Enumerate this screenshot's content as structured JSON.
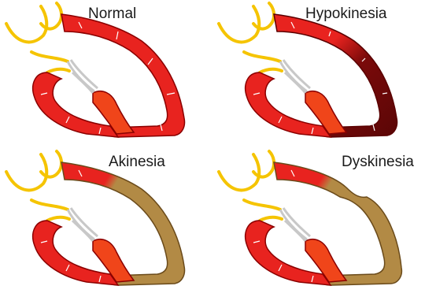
{
  "panels": [
    {
      "label": "Normal",
      "wall_state": "normal",
      "wall_color": "#e8231f"
    },
    {
      "label": "Hypokinesia",
      "wall_state": "hypokinesia",
      "wall_color": "#7a0a0a"
    },
    {
      "label": "Akinesia",
      "wall_state": "akinesia",
      "wall_color": "#b28a45"
    },
    {
      "label": "Dyskinesia",
      "wall_state": "dyskinesia",
      "wall_color": "#b28a45"
    }
  ],
  "colors": {
    "myocardium": "#e8231f",
    "septum": "#f0451a",
    "outline": "#8a0000",
    "vessel": "#f5c400",
    "valve": "#c8c8c8",
    "arrow": "#ffffff"
  }
}
